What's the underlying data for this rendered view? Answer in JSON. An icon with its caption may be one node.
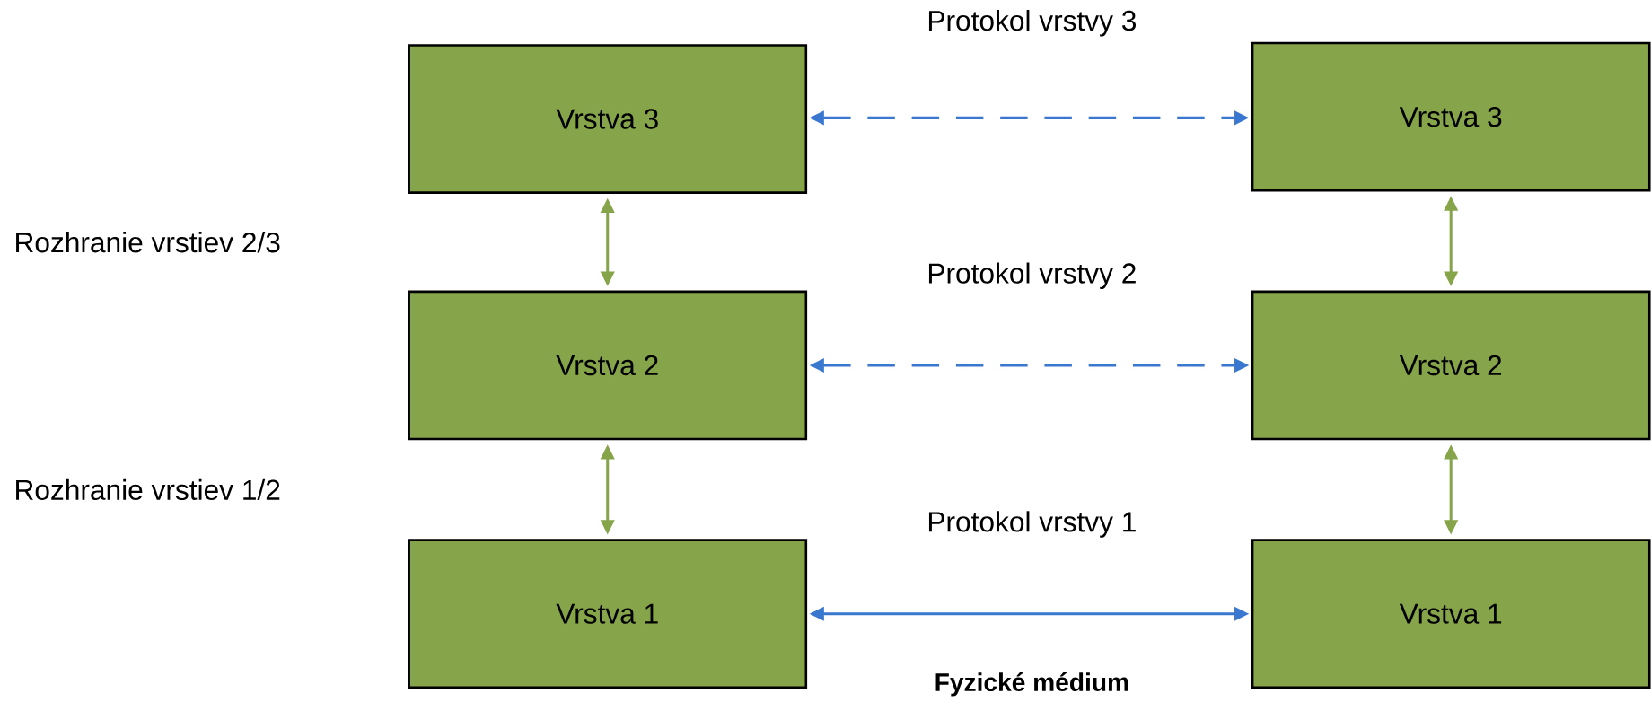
{
  "diagram": {
    "nodes": [
      {
        "text": [
          "Vrstva 3"
        ]
      },
      {
        "text": [
          "Vrstva 3"
        ]
      },
      {
        "text": [
          "Vrstva 2"
        ]
      },
      {
        "text": [
          "Vrstva 2"
        ]
      },
      {
        "text": [
          "Vrstva 1"
        ]
      },
      {
        "text": [
          "Vrstva 1"
        ]
      }
    ],
    "edges": [
      {
        "from": 0,
        "to": 1,
        "arrow": "both",
        "label": "Protokol vrstvy 3",
        "style": "dashed",
        "color": "#3a78d0"
      },
      {
        "from": 0,
        "to": 2,
        "arrow": "both"
      },
      {
        "from": 1,
        "to": 3,
        "arrow": "both"
      },
      {
        "from": 2,
        "to": 3,
        "arrow": "both",
        "label": "Protokol vrstvy 2",
        "style": "dashed",
        "color": "#3a78d0"
      },
      {
        "from": 2,
        "to": 4,
        "arrow": "both"
      },
      {
        "from": 3,
        "to": 5,
        "arrow": "both"
      },
      {
        "from": 4,
        "to": 5,
        "arrow": "both",
        "label": "Protokol vrstvy 1",
        "color": "#3a78d0"
      }
    ],
    "labels": [
      "Rozhranie vrstiev 2/3",
      "Rozhranie vrstiev 1/2",
      "Fyzické médium"
    ]
  }
}
